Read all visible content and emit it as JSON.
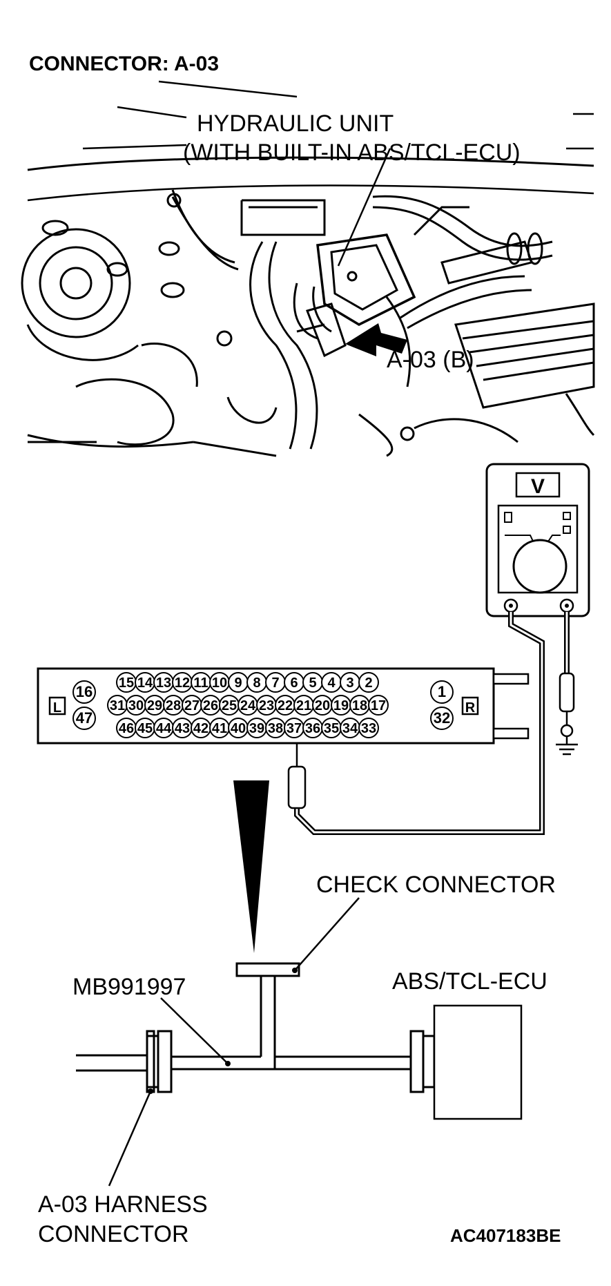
{
  "title": "CONNECTOR: A-03",
  "photo": {
    "label_line1": "HYDRAULIC UNIT",
    "label_line2": "(WITH BUILT-IN ABS/TCL-ECU)",
    "connector_label": "A-03 (B)"
  },
  "meter": {
    "symbol": "V"
  },
  "connector": {
    "side_left": "L",
    "side_right": "R",
    "row1": [
      "15",
      "14",
      "13",
      "12",
      "11",
      "10",
      "9",
      "8",
      "7",
      "6",
      "5",
      "4",
      "3",
      "2"
    ],
    "row2": [
      "31",
      "30",
      "29",
      "28",
      "27",
      "26",
      "25",
      "24",
      "23",
      "22",
      "21",
      "20",
      "19",
      "18",
      "17"
    ],
    "row3": [
      "46",
      "45",
      "44",
      "43",
      "42",
      "41",
      "40",
      "39",
      "38",
      "37",
      "36",
      "35",
      "34",
      "33"
    ],
    "left_top": "16",
    "left_bottom": "47",
    "right_top": "1",
    "right_bottom": "32"
  },
  "schematic": {
    "check_connector": "CHECK CONNECTOR",
    "tool": "MB991997",
    "ecu": "ABS/TCL-ECU",
    "harness_line1": "A-03 HARNESS",
    "harness_line2": "CONNECTOR"
  },
  "figure_code": "AC407183BE"
}
